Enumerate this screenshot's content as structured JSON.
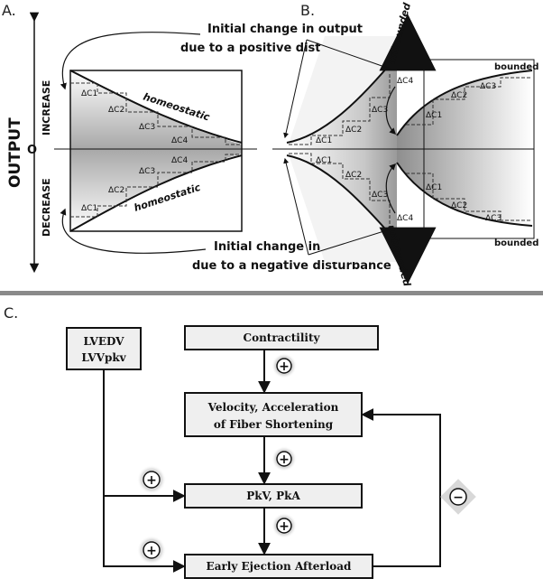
{
  "panels": {
    "a": "A.",
    "b": "B.",
    "c": "C."
  },
  "axis": {
    "output": "OUTPUT",
    "increase": "INCREASE",
    "decrease": "DECREASE",
    "zero": "O"
  },
  "annotations": {
    "positive_line1": "Initial change in output",
    "positive_line2": "due to a positive disturbance",
    "negative_line1": "Initial change in output",
    "negative_line2": "due to a negative disturbance"
  },
  "panel_a": {
    "curve_top": "homeostatic",
    "curve_bottom": "homeostatic",
    "steps_top": [
      "ΔC1",
      "ΔC2",
      "ΔC3",
      "ΔC4"
    ],
    "steps_bottom": [
      "ΔC1",
      "ΔC2",
      "ΔC3",
      "ΔC4"
    ]
  },
  "panel_b": {
    "unbounded_top": "unbounded",
    "unbounded_bottom": "unbounded",
    "bounded_top": "bounded",
    "bounded_bottom": "bounded",
    "steps_unbounded_top": [
      "ΔC1",
      "ΔC2",
      "ΔC3",
      "ΔC4"
    ],
    "steps_unbounded_bottom": [
      "ΔC1",
      "ΔC2",
      "ΔC3",
      "ΔC4"
    ],
    "steps_bounded_top": [
      "ΔC1",
      "ΔC2",
      "ΔC3"
    ],
    "steps_bounded_bottom": [
      "ΔC1",
      "ΔC2",
      "ΔC3"
    ]
  },
  "panel_c": {
    "lvedv_line1": "LVEDV",
    "lvedv_line2": "LVVpkv",
    "contractility": "Contractility",
    "velocity_line1": "Velocity,  Acceleration",
    "velocity_line2": "of  Fiber  Shortening",
    "pkv": "PkV,  PkA",
    "afterload": "Early  Ejection  Afterload",
    "plus": "+",
    "minus": "−"
  },
  "colors": {
    "divider": "#8a8a8a",
    "box_fill": "#efefef",
    "shade_dark": "#9a9a9a"
  }
}
